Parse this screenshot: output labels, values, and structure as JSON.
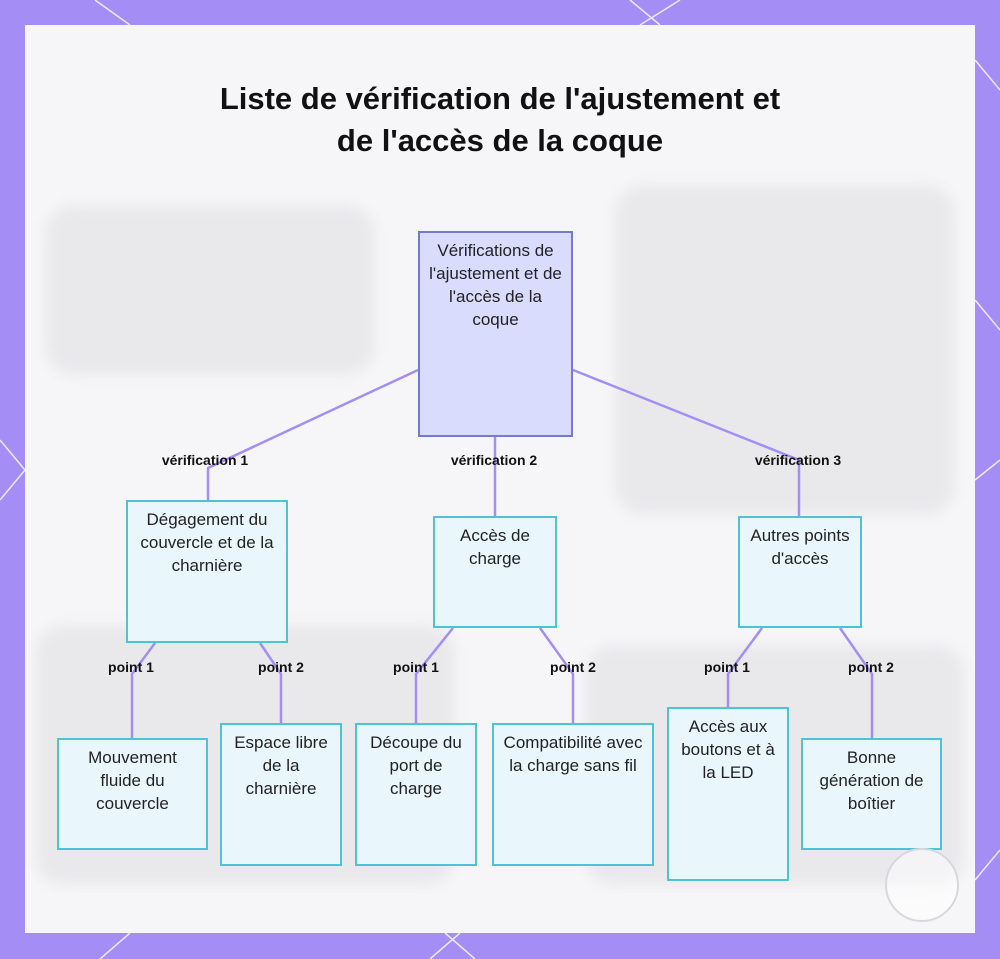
{
  "title": "Liste de vérification de l'ajustement et de l'accès de la coque",
  "root": "Vérifications de l'ajustement et de l'accès de la coque",
  "branches": [
    {
      "edge_label": "vérification 1",
      "label": "Dégagement du couvercle et de la charnière",
      "children": [
        {
          "edge_label": "point 1",
          "label": "Mouvement fluide du couvercle"
        },
        {
          "edge_label": "point 2",
          "label": "Espace libre de la charnière"
        }
      ]
    },
    {
      "edge_label": "vérification 2",
      "label": "Accès de charge",
      "children": [
        {
          "edge_label": "point 1",
          "label": "Découpe du port de charge"
        },
        {
          "edge_label": "point 2",
          "label": "Compatibilité avec la charge sans fil"
        }
      ]
    },
    {
      "edge_label": "vérification 3",
      "label": "Autres points d'accès",
      "children": [
        {
          "edge_label": "point 1",
          "label": "Accès aux boutons et à la LED"
        },
        {
          "edge_label": "point 2",
          "label": "Bonne génération de boîtier"
        }
      ]
    }
  ],
  "colors": {
    "background": "#a48ef5",
    "panel": "#f6f6f8",
    "root_fill": "#d9dcfd",
    "root_border": "#7777d6",
    "node_fill": "#e9f6fc",
    "node_border": "#4fc3d6",
    "edge": "#a48ef5"
  }
}
